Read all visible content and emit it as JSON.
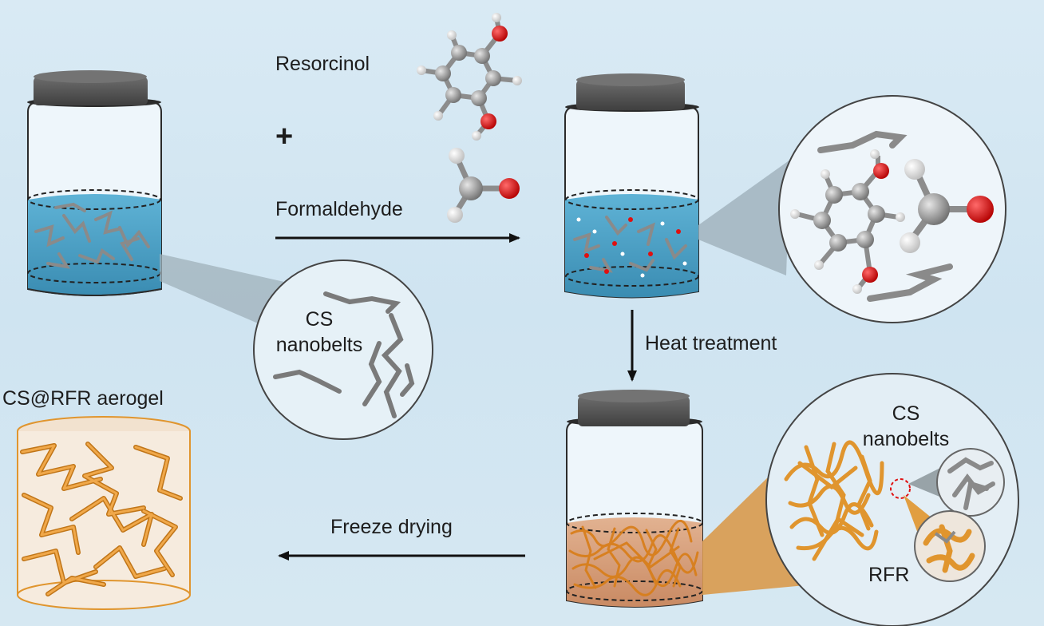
{
  "labels": {
    "resorcinol": "Resorcinol",
    "plus": "+",
    "formaldehyde": "Formaldehyde",
    "heat_treatment": "Heat treatment",
    "freeze_drying": "Freeze drying",
    "cs_nanobelts_1_line1": "CS",
    "cs_nanobelts_1_line2": "nanobelts",
    "cs_nanobelts_2_line1": "CS",
    "cs_nanobelts_2_line2": "nanobelts",
    "rfr": "RFR",
    "aerogel": "CS@RFR aerogel"
  },
  "colors": {
    "background": "#d4e7f2",
    "lid": "#5a5a5a",
    "liquid_blue": "#4a9fc4",
    "liquid_orange": "#d9a07a",
    "fiber_orange": "#e0952e",
    "nanobelt_gray": "#8d8d8d",
    "oxygen_red": "#e01010",
    "carbon_gray": "#9a9a9a",
    "hydrogen_white": "#ffffff",
    "arrow": "#111111"
  }
}
